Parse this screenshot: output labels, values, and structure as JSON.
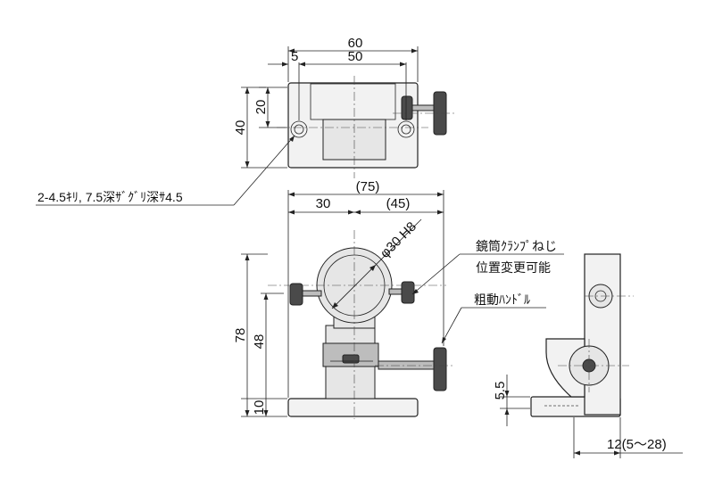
{
  "dimensions": {
    "top_width": "60",
    "top_margin": "5",
    "top_inner": "50",
    "top_depth": "20",
    "top_height": "40",
    "front_overall": "(75)",
    "front_left": "30",
    "front_right": "(45)",
    "bore": "φ30 H8",
    "height_total": "78",
    "height_center": "48",
    "base_height": "10",
    "side_step": "5.5",
    "side_travel": "12(5～28)"
  },
  "notes": {
    "hole_callout": "2-4.5ｷﾘ, 7.5深ｻﾞｸﾞﾘ深ｻ4.5",
    "clamp_line1": "鏡筒ｸﾗﾝﾌﾟねじ",
    "clamp_line2": "位置変更可能",
    "coarse_handle": "粗動ﾊﾝﾄﾞﾙ"
  }
}
